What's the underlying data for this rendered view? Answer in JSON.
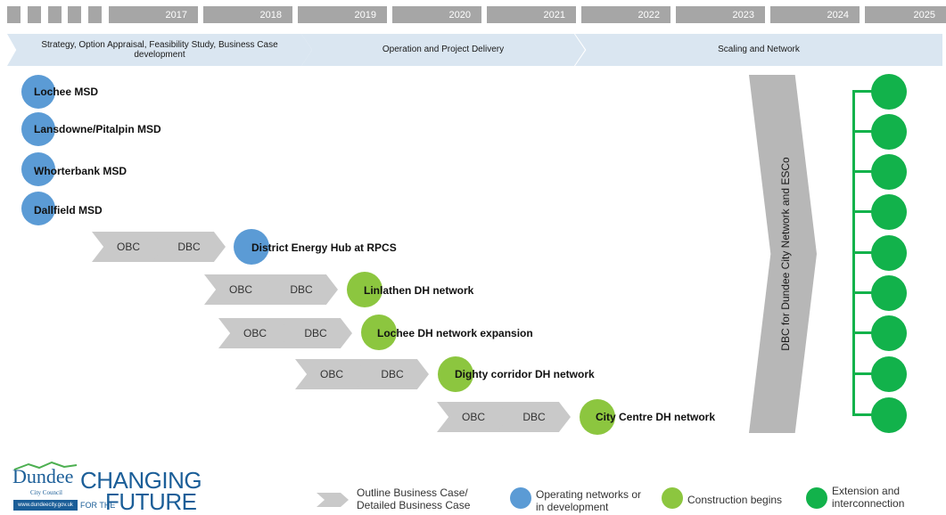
{
  "timeline": {
    "years": [
      "2017",
      "2018",
      "2019",
      "2020",
      "2021",
      "2022",
      "2023",
      "2024",
      "2025"
    ]
  },
  "phases": [
    {
      "label": "Strategy, Option Appraisal, Feasibility Study, Business Case development"
    },
    {
      "label": "Operation and Project Delivery"
    },
    {
      "label": "Scaling and Network"
    }
  ],
  "sites": [
    {
      "name": "Lochee MSD",
      "status": "operating"
    },
    {
      "name": "Lansdowne/Pitalpin MSD",
      "status": "operating"
    },
    {
      "name": "Whorterbank MSD",
      "status": "operating"
    },
    {
      "name": "Dallfield MSD",
      "status": "operating"
    },
    {
      "name": "District Energy Hub at RPCS",
      "status": "operating",
      "stages": [
        "OBC",
        "DBC"
      ]
    },
    {
      "name": "Linlathen DH network",
      "status": "construction",
      "stages": [
        "OBC",
        "DBC"
      ]
    },
    {
      "name": "Lochee DH network expansion",
      "status": "construction",
      "stages": [
        "OBC",
        "DBC"
      ]
    },
    {
      "name": "Dighty corridor DH network",
      "status": "construction",
      "stages": [
        "OBC",
        "DBC"
      ]
    },
    {
      "name": "City Centre DH network",
      "status": "construction",
      "stages": [
        "OBC",
        "DBC"
      ]
    }
  ],
  "network": {
    "arrow_label": "DBC for Dundee City Network and ESCo",
    "node_count": 9
  },
  "legend": {
    "business_case": "Outline Business Case/ Detailed Business Case",
    "operating": "Operating networks or in development",
    "construction": "Construction begins",
    "extension": "Extension and interconnection"
  },
  "logo": {
    "dundee": "Dundee",
    "council": "City Council",
    "web": "www.dundeecity.gov.uk",
    "changing": "CHANGING",
    "forthe": "FOR THE",
    "future": "FUTURE"
  },
  "colors": {
    "blue": "#5b9bd5",
    "light_green": "#8cc63f",
    "dark_green": "#12b24b",
    "grey": "#c9c9c9",
    "phase_bg": "#dae6f1"
  }
}
